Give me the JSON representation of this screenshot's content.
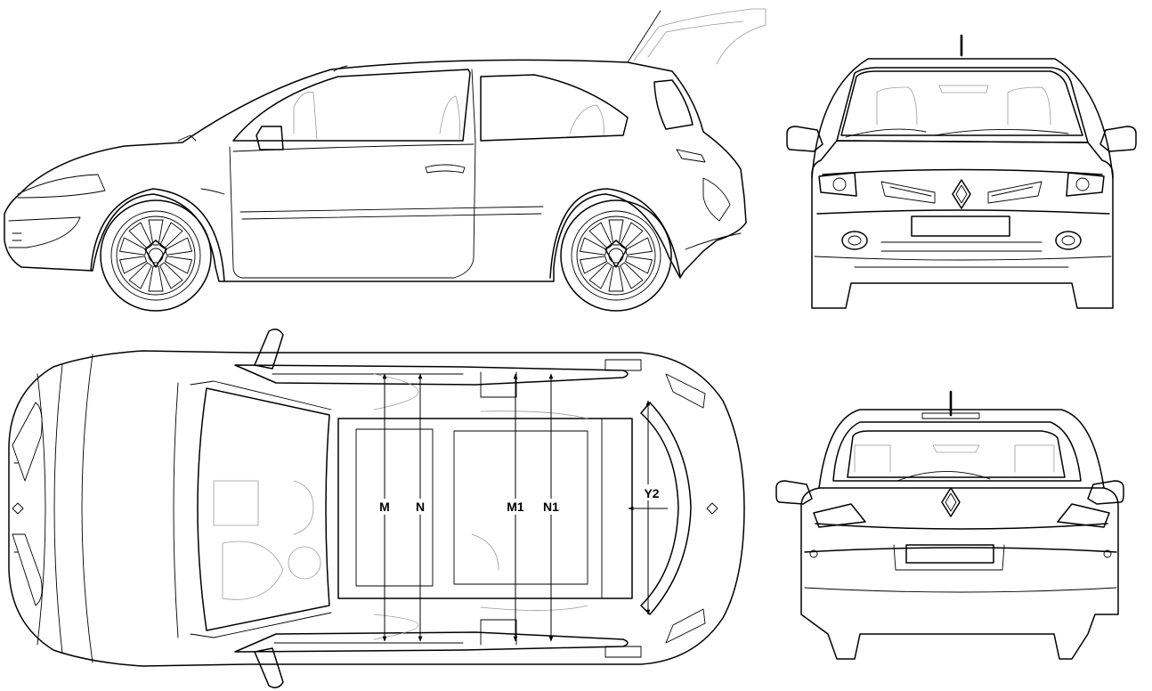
{
  "dimensions": {
    "m": "M",
    "n": "N",
    "m1": "M1",
    "n1": "N1",
    "y2": "Y2"
  },
  "colors": {
    "line": "#000000",
    "hidden_line": "#9a9a9a",
    "background": "#ffffff"
  }
}
